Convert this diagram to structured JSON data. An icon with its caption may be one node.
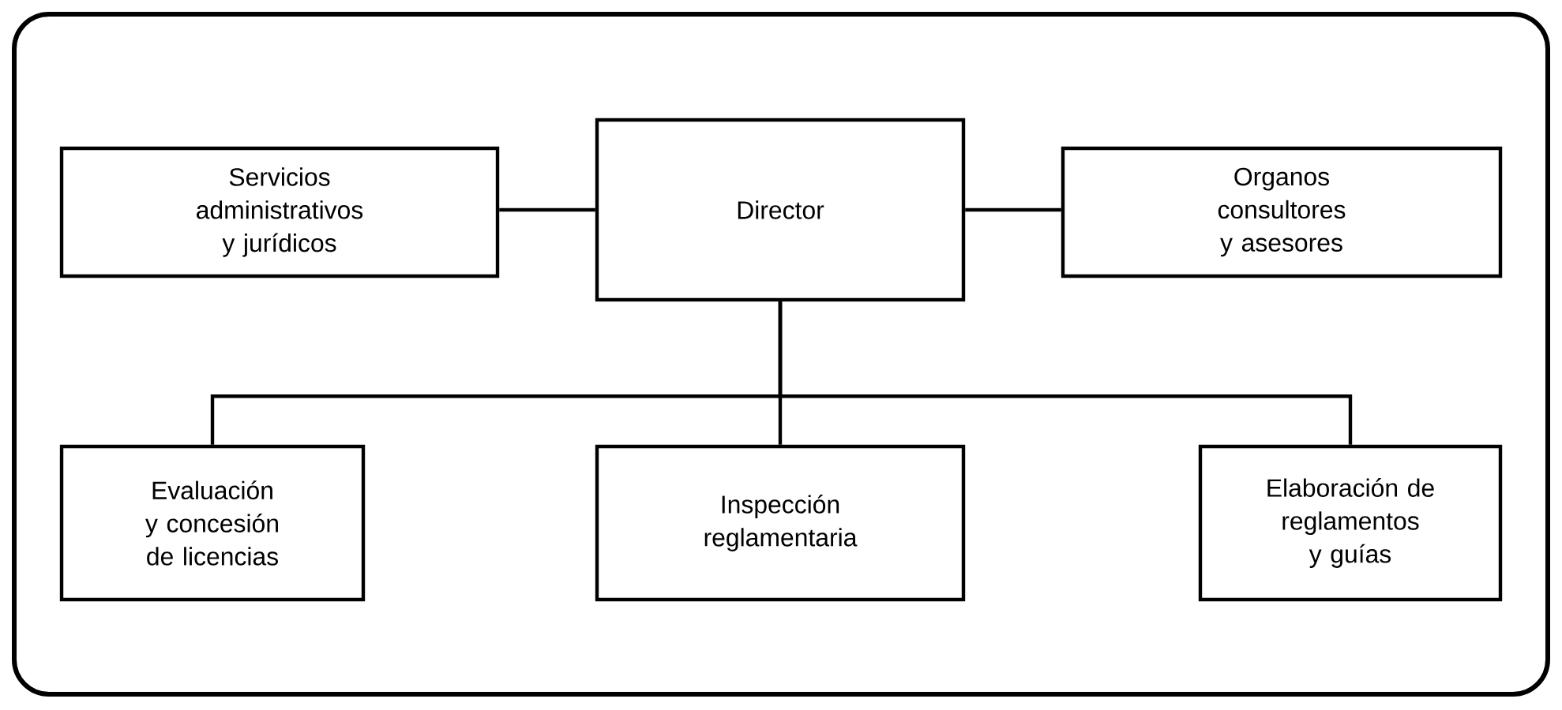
{
  "diagram": {
    "nodes": [
      {
        "text": [
          "Director"
        ]
      },
      {
        "text": [
          "Servicios administrativos y jurídicos"
        ]
      },
      {
        "text": [
          "Organos consultores y asesores"
        ]
      },
      {
        "text": [
          "Evaluación y concesión de licencias"
        ]
      },
      {
        "text": [
          "Inspección reglamentaria"
        ]
      },
      {
        "text": [
          "Elaboración de reglamentos y guías"
        ]
      }
    ],
    "edges": [
      {
        "from": 0,
        "to": 1,
        "arrow": "none"
      },
      {
        "from": 0,
        "to": 2,
        "arrow": "none"
      },
      {
        "from": 0,
        "to": 3,
        "arrow": "none"
      },
      {
        "from": 0,
        "to": 4,
        "arrow": "none"
      },
      {
        "from": 0,
        "to": 5,
        "arrow": "none"
      }
    ]
  }
}
